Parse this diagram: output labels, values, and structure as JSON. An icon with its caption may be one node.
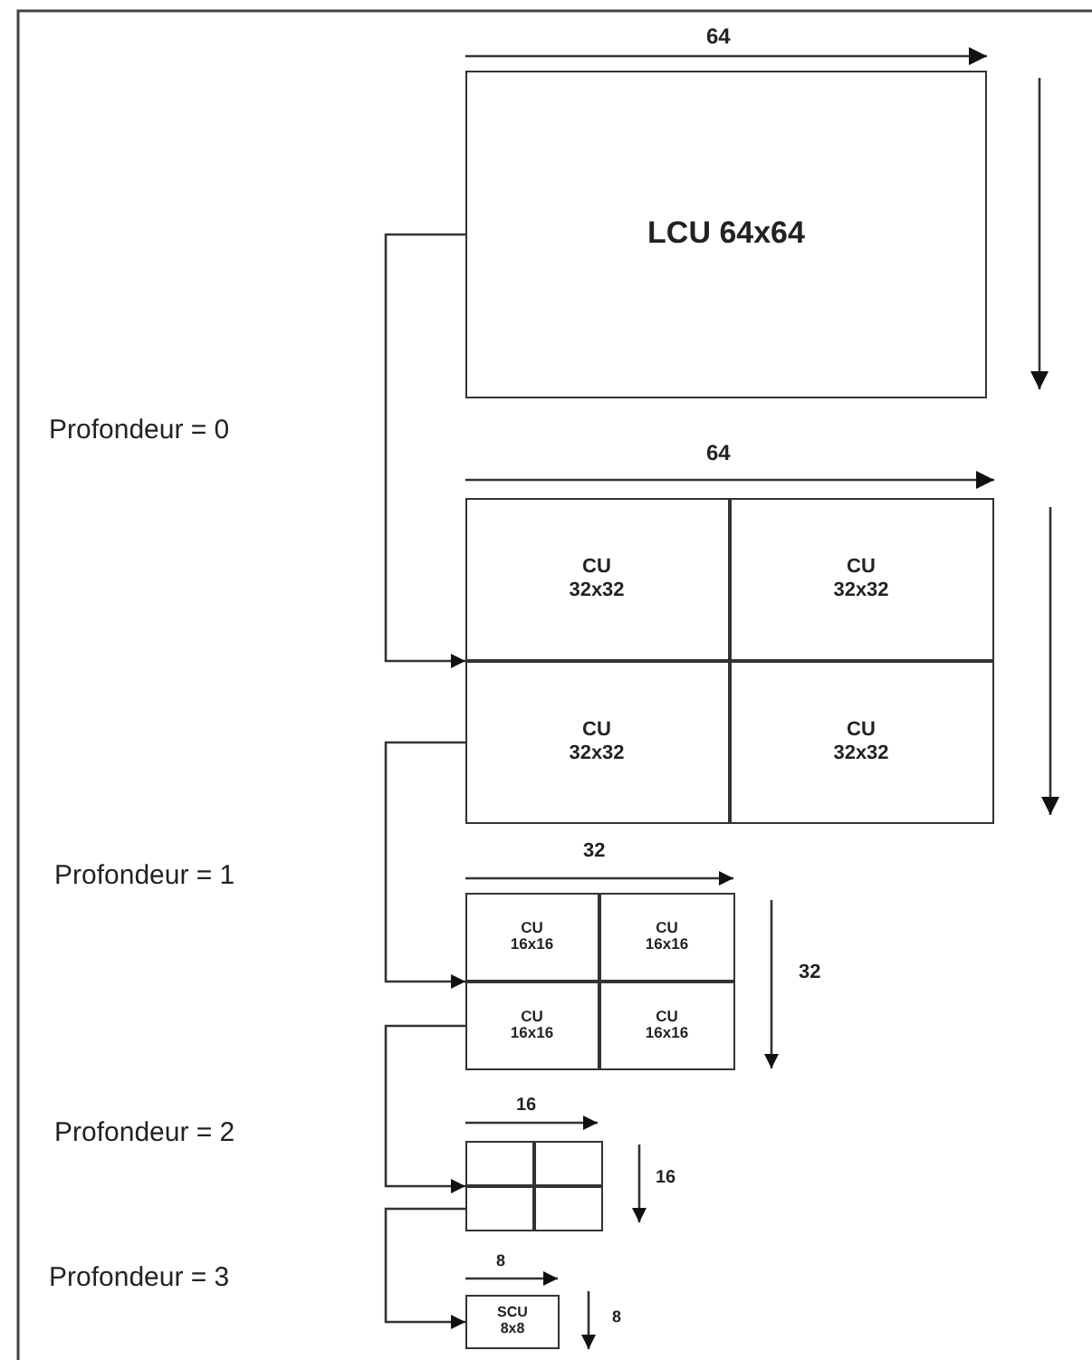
{
  "diagram": {
    "nodes": [
      {
        "text": [
          "LCU 64x64"
        ]
      },
      {
        "text": [],
        "shape": "box"
      },
      {
        "text": [
          "CU 32x32"
        ],
        "in": 1
      },
      {
        "text": [
          "CU 32x32"
        ],
        "in": 1
      },
      {
        "text": [
          "CU 32x32"
        ],
        "in": 1
      },
      {
        "text": [
          "CU 32x32"
        ],
        "in": 1
      },
      {
        "text": [],
        "shape": "box"
      },
      {
        "text": [
          "CU 16x16"
        ],
        "in": 6
      },
      {
        "text": [
          "CU 16x16"
        ],
        "in": 6
      },
      {
        "text": [
          "CU 16x16"
        ],
        "in": 6
      },
      {
        "text": [
          "CU 16x16"
        ],
        "in": 6
      },
      {
        "text": [],
        "shape": "box"
      },
      {
        "text": [],
        "shape": "box",
        "in": 11
      },
      {
        "text": [],
        "shape": "box",
        "in": 11
      },
      {
        "text": [],
        "shape": "box",
        "in": 11
      },
      {
        "text": [],
        "shape": "box",
        "in": 11
      },
      {
        "text": [
          "SCU 8x8"
        ]
      }
    ],
    "edges": [
      {
        "from": 0,
        "to": 1,
        "arrow": "to"
      },
      {
        "from": 4,
        "to": 6,
        "arrow": "to"
      },
      {
        "from": 9,
        "to": 11,
        "arrow": "to"
      },
      {
        "from": 14,
        "to": 16,
        "arrow": "to"
      }
    ],
    "labels": [
      "64",
      "Profondeur = 0",
      "64",
      "32",
      "Profondeur = 1",
      "32",
      "16",
      "Profondeur = 2",
      "16",
      "8",
      "Profondeur = 3",
      "8"
    ]
  }
}
